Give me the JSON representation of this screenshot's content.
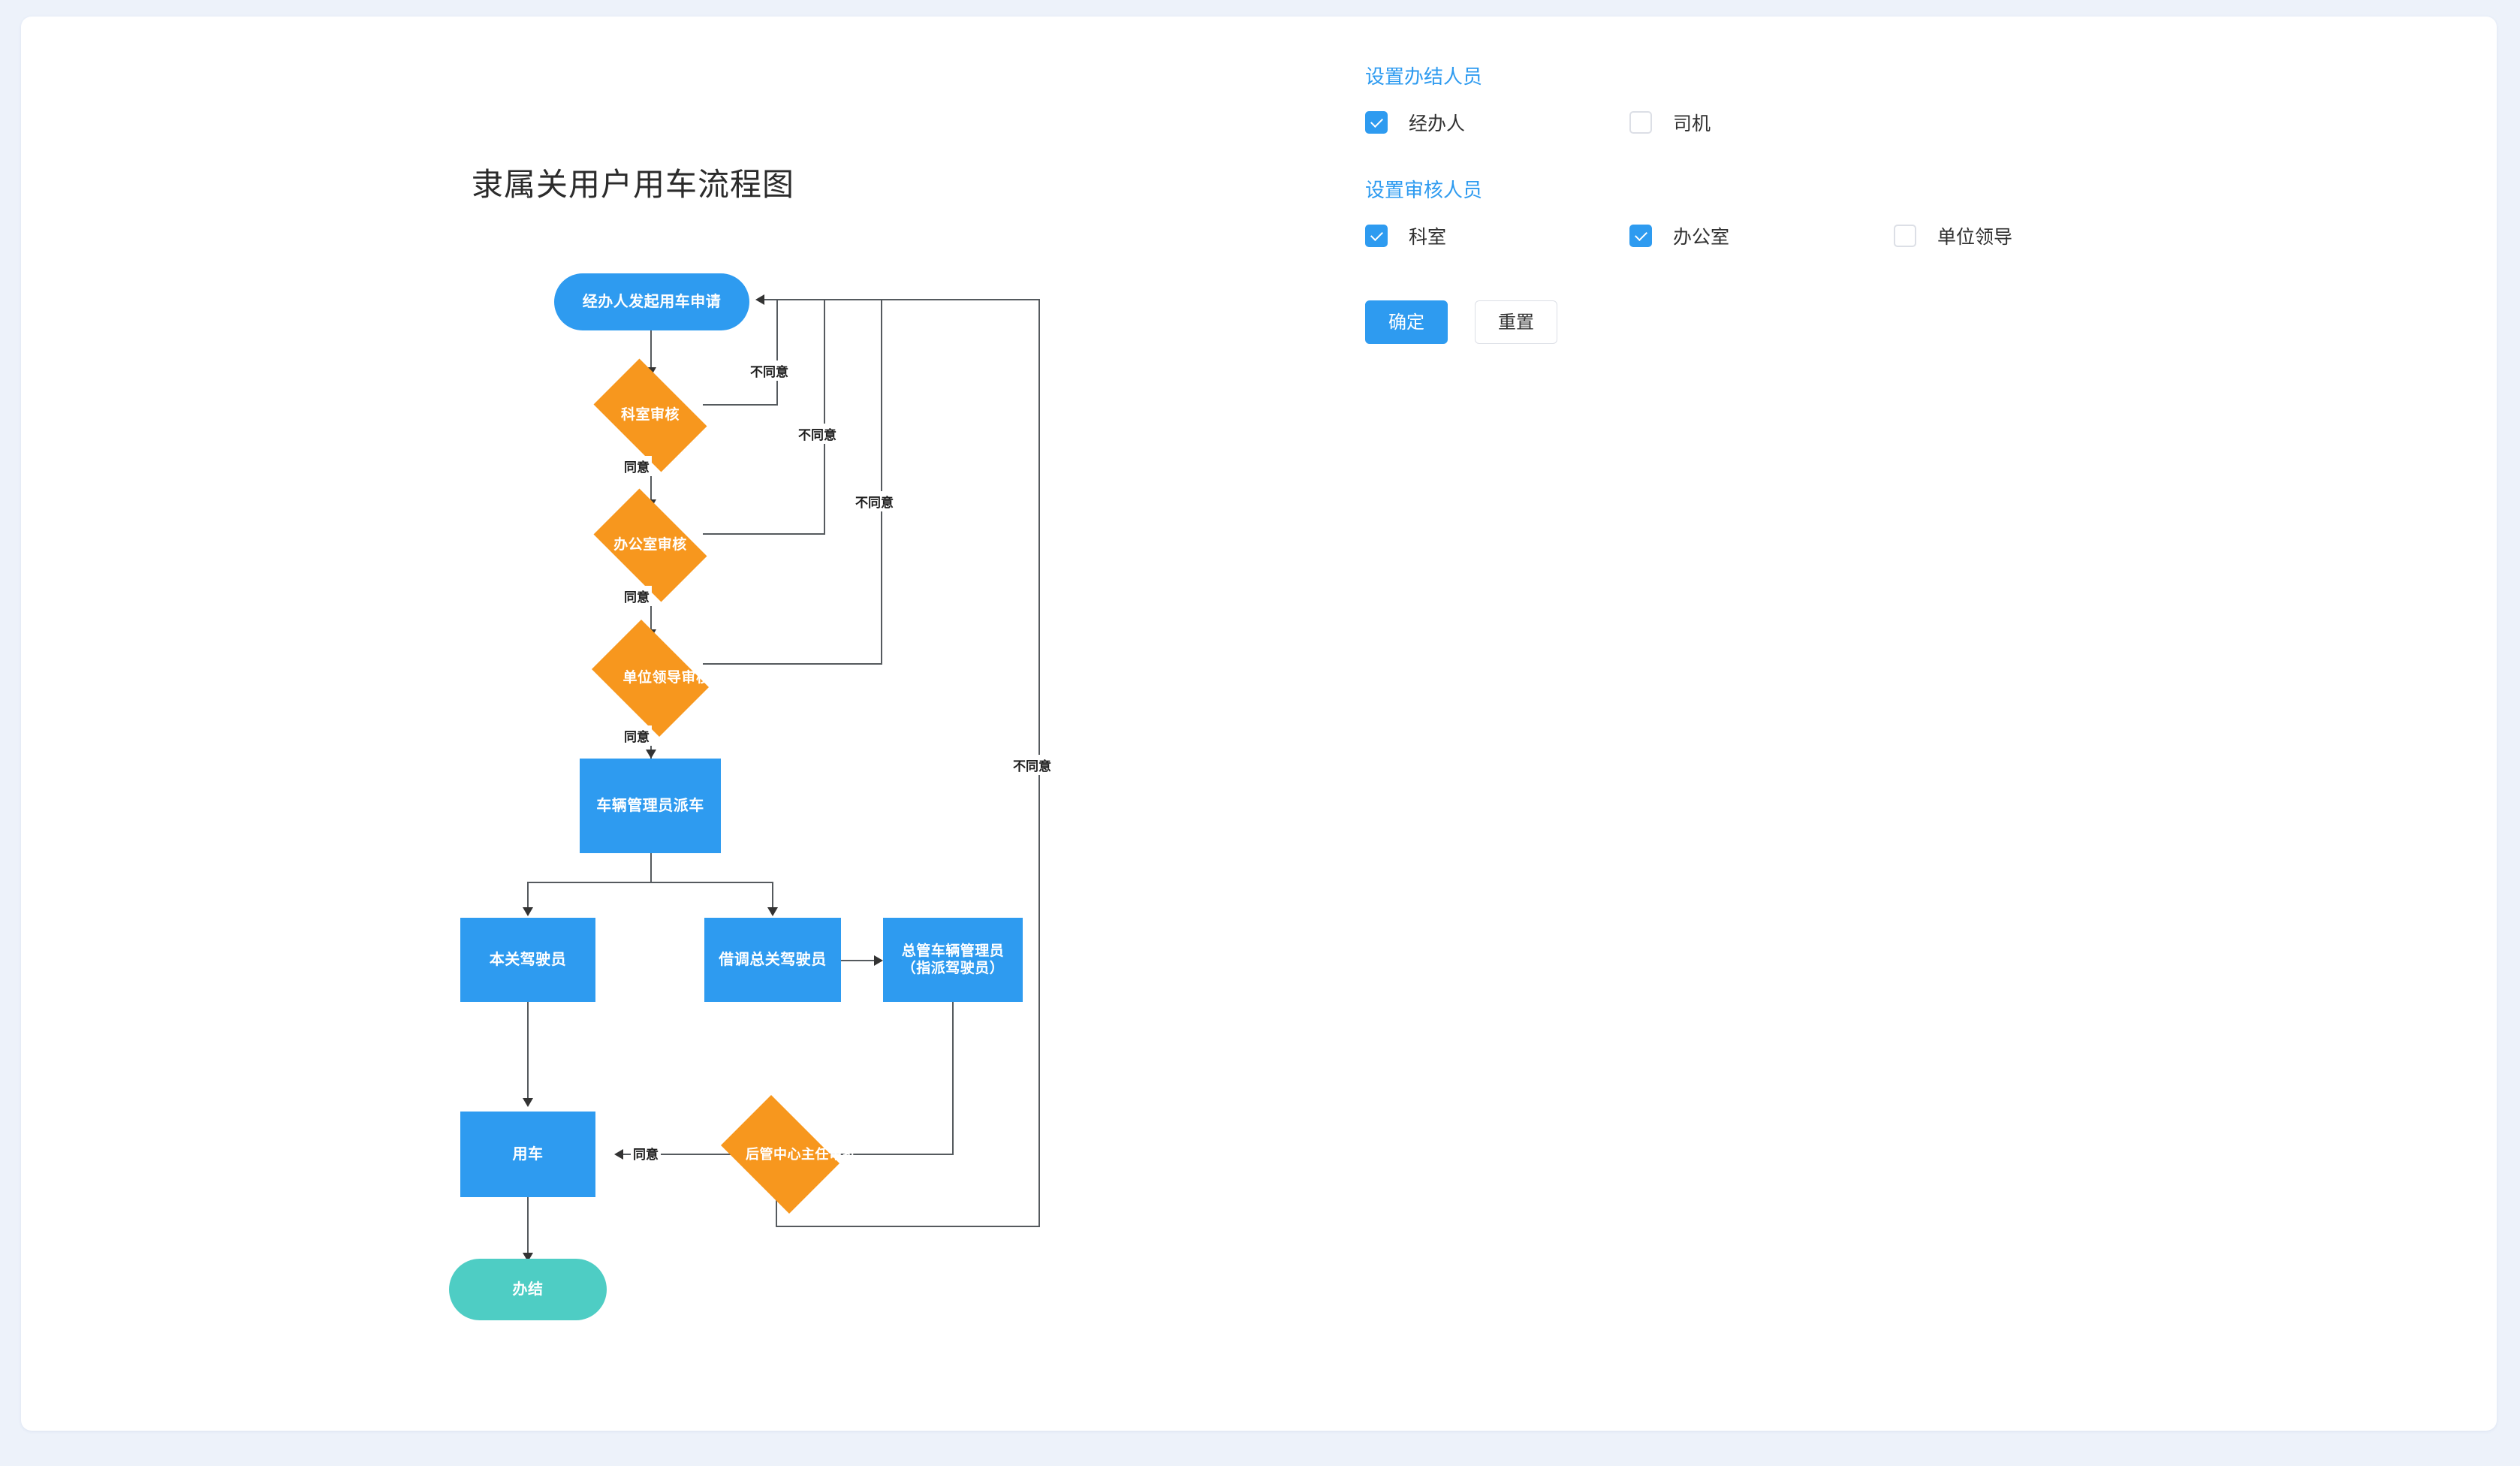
{
  "colors": {
    "page_bg": "#edf2fa",
    "card_bg": "#ffffff",
    "accent_blue": "#2e9bf0",
    "diamond_orange": "#f7971e",
    "end_teal": "#4ecdc4",
    "edge_gray": "#555a5e",
    "text_dark": "#2b2b2b"
  },
  "flowchart": {
    "title": "隶属关用户用车流程图",
    "type": "flowchart",
    "nodes": [
      {
        "id": "start",
        "label": "经办人发起用车申请",
        "shape": "stadium",
        "color": "#2e9bf0"
      },
      {
        "id": "ks",
        "label": "科室审核",
        "shape": "diamond",
        "color": "#f7971e"
      },
      {
        "id": "bgs",
        "label": "办公室审核",
        "shape": "diamond",
        "color": "#f7971e"
      },
      {
        "id": "dwld",
        "label": "单位领导审核",
        "shape": "diamond",
        "color": "#f7971e"
      },
      {
        "id": "clgly",
        "label": "车辆管理员派车",
        "shape": "rect",
        "color": "#2e9bf0"
      },
      {
        "id": "bgjsy",
        "label": "本关驾驶员",
        "shape": "rect",
        "color": "#2e9bf0"
      },
      {
        "id": "jdjsy",
        "label": "借调总关驾驶员",
        "shape": "rect",
        "color": "#2e9bf0"
      },
      {
        "id": "zgclgly",
        "label": "总管车辆管理员（指派驾驶员）",
        "shape": "rect",
        "color": "#2e9bf0"
      },
      {
        "id": "hgzxzr",
        "label": "后管中心主任审批",
        "shape": "diamond",
        "color": "#f7971e"
      },
      {
        "id": "yongche",
        "label": "用车",
        "shape": "rect",
        "color": "#2e9bf0"
      },
      {
        "id": "banjie",
        "label": "办结",
        "shape": "stadium",
        "color": "#4ecdc4"
      }
    ],
    "edge_labels": {
      "agree": "同意",
      "disagree": "不同意"
    },
    "edges": [
      {
        "from": "start",
        "to": "ks",
        "label": ""
      },
      {
        "from": "ks",
        "to": "bgs",
        "label": "同意"
      },
      {
        "from": "ks",
        "to": "start",
        "label": "不同意"
      },
      {
        "from": "bgs",
        "to": "dwld",
        "label": "同意"
      },
      {
        "from": "bgs",
        "to": "start",
        "label": "不同意"
      },
      {
        "from": "dwld",
        "to": "clgly",
        "label": "同意"
      },
      {
        "from": "dwld",
        "to": "start",
        "label": "不同意"
      },
      {
        "from": "clgly",
        "to": "bgjsy",
        "label": ""
      },
      {
        "from": "clgly",
        "to": "jdjsy",
        "label": ""
      },
      {
        "from": "jdjsy",
        "to": "zgclgly",
        "label": ""
      },
      {
        "from": "zgclgly",
        "to": "hgzxzr",
        "label": ""
      },
      {
        "from": "hgzxzr",
        "to": "yongche",
        "label": "同意"
      },
      {
        "from": "hgzxzr",
        "to": "start",
        "label": "不同意"
      },
      {
        "from": "bgjsy",
        "to": "yongche",
        "label": ""
      },
      {
        "from": "yongche",
        "to": "banjie",
        "label": ""
      }
    ],
    "labels": {
      "agree_1": "同意",
      "agree_2": "同意",
      "agree_3": "同意",
      "agree_4": "同意",
      "disagree_1": "不同意",
      "disagree_2": "不同意",
      "disagree_3": "不同意",
      "disagree_4": "不同意"
    }
  },
  "settings": {
    "completion_section": {
      "title": "设置办结人员",
      "options": [
        {
          "label": "经办人",
          "checked": true
        },
        {
          "label": "司机",
          "checked": false
        }
      ]
    },
    "review_section": {
      "title": "设置审核人员",
      "options": [
        {
          "label": "科室",
          "checked": true
        },
        {
          "label": "办公室",
          "checked": true
        },
        {
          "label": "单位领导",
          "checked": false
        }
      ]
    },
    "buttons": {
      "confirm": "确定",
      "reset": "重置"
    }
  }
}
